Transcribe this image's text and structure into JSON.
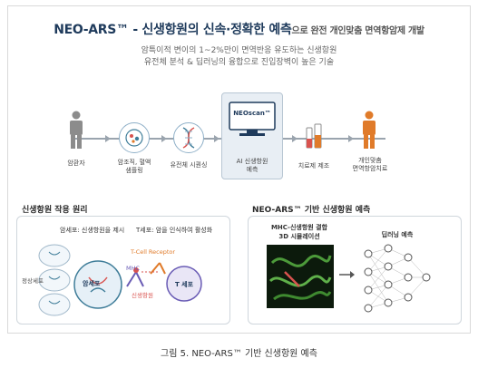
{
  "title": {
    "main": "NEO-ARS™ - 신생항원의 신속·정확한 예측",
    "suffix": "으로 완전 개인맞춤 면역항암제 개발"
  },
  "subtitle_lines": [
    "암특이적 변이의 1~2%만이 면역반응 유도하는 신생항원",
    "유전체 분석 & 딥러닝의 융합으로 진입장벽이 높은 기술"
  ],
  "pipeline": {
    "steps": [
      {
        "label": "암환자",
        "icon": "patient-icon"
      },
      {
        "label": "암조직, 혈액\n샘플링",
        "icon": "sample-icon"
      },
      {
        "label": "유전체 시퀀싱",
        "icon": "dna-icon"
      },
      {
        "label": "AI 신생항원\n예측",
        "icon": "computer-icon"
      },
      {
        "label": "치료제 제조",
        "icon": "vial-icon"
      },
      {
        "label": "개인맞춤\n면역항암치료",
        "icon": "treated-patient-icon"
      }
    ],
    "scanner_label": "NEOscan™"
  },
  "left_panel": {
    "title": "신생항원 작용 원리",
    "cancer_cell_desc": "암세포: 신생항원을 제시",
    "t_cell_desc": "T세포: 암을 인식하여 활성화",
    "t_cell_receptor": "T-Cell Receptor",
    "mhc": "MHC",
    "neoantigen": "신생항원",
    "normal_cell": "정상세포",
    "cancer_cell": "암세포",
    "t_cell": "T 세포"
  },
  "right_panel": {
    "title": "NEO-ARS™ 기반 신생항원 예측",
    "simulation_label_1": "MHC-신생항원 결합",
    "simulation_label_2": "3D 시뮬레이션",
    "deep_learning_label": "딥러닝 예측"
  },
  "caption": "그림 5. NEO-ARS™ 기반 신생항원 예측",
  "colors": {
    "navy": "#1f3b5c",
    "orange": "#e07b2a",
    "teal": "#3f7d99",
    "red": "#d9534f",
    "green": "#4c9a3a",
    "purple": "#6a5cb5"
  }
}
